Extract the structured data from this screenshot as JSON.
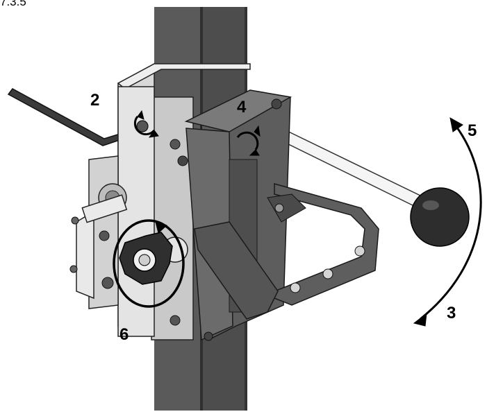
{
  "figure_number": "7.3.5",
  "step_labels": [
    "2",
    "4",
    "5",
    "3",
    "6"
  ],
  "colors": {
    "post": "#4b4b4b",
    "post_dark": "#3a3a3a",
    "plate": "#dcdcdc",
    "plate_shadow": "#a9a9a9",
    "clamp": "#595959",
    "knob": "#2f2f2f",
    "arrow": "#000000",
    "rod": "#f0f0f0"
  }
}
